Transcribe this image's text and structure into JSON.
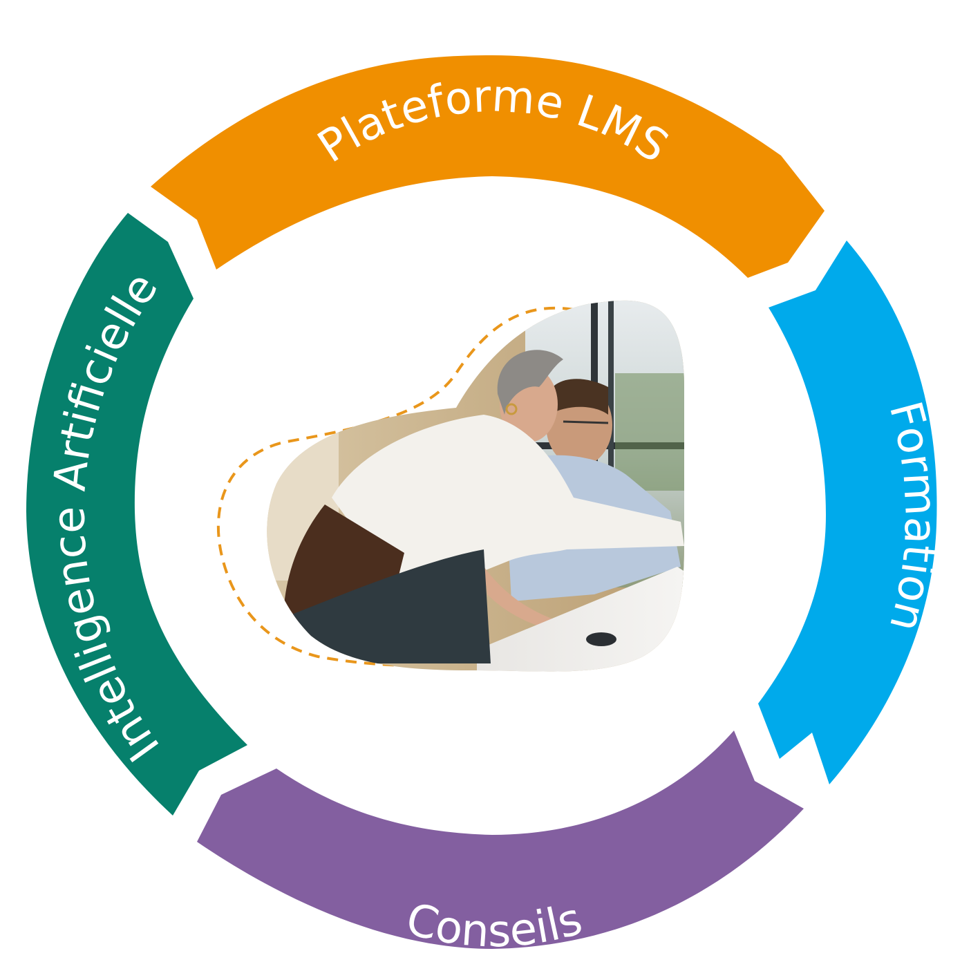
{
  "segments": [
    {
      "key": "top",
      "label": "Plateforme LMS",
      "color": "#F08F00"
    },
    {
      "key": "right",
      "label": "Formation",
      "color": "#00AAEB"
    },
    {
      "key": "bottom",
      "label": "Conseils",
      "color": "#835FA0"
    },
    {
      "key": "left",
      "label": "Intelligence Artificielle",
      "color": "#06806C"
    }
  ],
  "dashed_outline_color": "#E9961B",
  "icons": {
    "photo": "office-people-at-computer-photo"
  }
}
